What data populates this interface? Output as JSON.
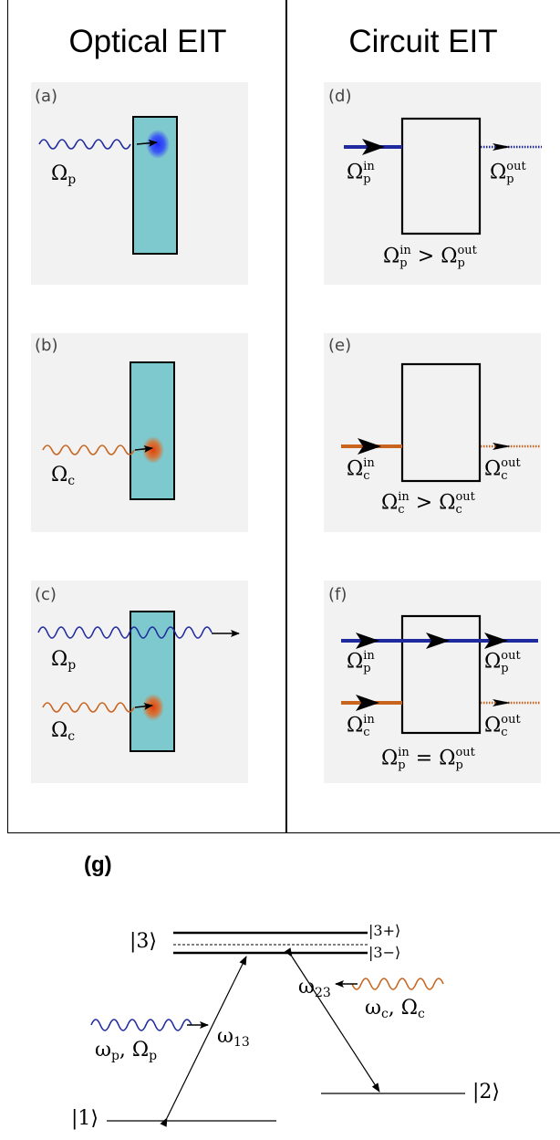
{
  "titles": {
    "left": "Optical EIT",
    "right": "Circuit EIT"
  },
  "panels": {
    "a": {
      "label": "(a)",
      "omega_p": "Ω",
      "sub_p": "p"
    },
    "b": {
      "label": "(b)",
      "omega_c": "Ω",
      "sub_c": "c"
    },
    "c": {
      "label": "(c)",
      "omega_p": "Ω",
      "sub_p": "p",
      "omega_c": "Ω",
      "sub_c": "c"
    },
    "d": {
      "label": "(d)",
      "in_label": "Ω",
      "in_sub": "p",
      "in_sup": "in",
      "out_label": "Ω",
      "out_sub": "p",
      "out_sup": "out",
      "relation": ">",
      "rel_left_sup": "in",
      "rel_left_sub": "p",
      "rel_right_sup": "out",
      "rel_right_sub": "p"
    },
    "e": {
      "label": "(e)",
      "in_label": "Ω",
      "in_sub": "c",
      "in_sup": "in",
      "out_label": "Ω",
      "out_sub": "c",
      "out_sup": "out",
      "relation": ">",
      "rel_left_sup": "in",
      "rel_left_sub": "c",
      "rel_right_sup": "out",
      "rel_right_sub": "c"
    },
    "f": {
      "label": "(f)",
      "p_in_sup": "in",
      "p_in_sub": "p",
      "p_out_sup": "out",
      "p_out_sub": "p",
      "c_in_sup": "in",
      "c_in_sub": "c",
      "c_out_sup": "out",
      "c_out_sub": "c",
      "relation": "=",
      "rel_left_sup": "in",
      "rel_left_sub": "p",
      "rel_right_sup": "out",
      "rel_right_sub": "p"
    }
  },
  "level_diagram": {
    "label": "(g)",
    "ket3": "|3⟩",
    "ket3plus": "|3+⟩",
    "ket3minus": "|3−⟩",
    "ket2": "|2⟩",
    "ket1": "|1⟩",
    "w13": "ω",
    "w13_sub": "13",
    "w23": "ω",
    "w23_sub": "23",
    "probe": "ω",
    "probe_sub": "p",
    "probe_omega": "Ω",
    "probe_omega_sub": "p",
    "coupling": "ω",
    "coupling_sub": "c",
    "coupling_omega": "Ω",
    "coupling_omega_sub": "c",
    "separator": ", "
  },
  "colors": {
    "probe": "#1f2a9e",
    "coupling": "#c8641e",
    "cell": "#7ec9cd",
    "probe_spot": "#1b2cff",
    "coupling_spot": "#e05010"
  }
}
